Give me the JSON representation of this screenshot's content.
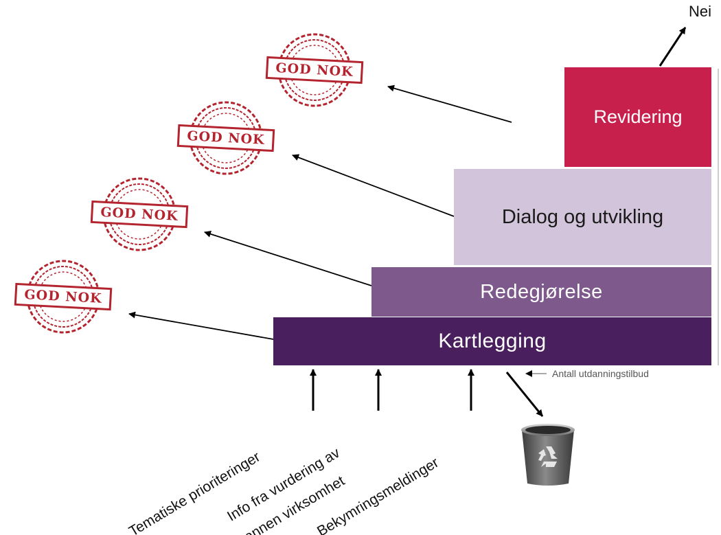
{
  "steps": {
    "kartlegging": "Kartlegging",
    "redegjorelse": "Redegjørelse",
    "dialog": "Dialog og utvikling",
    "revidering": "Revidering"
  },
  "stamps": {
    "label": "GOD NOK",
    "color": "#b3242e"
  },
  "inputs": {
    "tematiske": "Tematiske prioriteringer",
    "info_line1": "Info fra vurdering av",
    "info_line2": "annen virksomhet",
    "bekymring": "Bekymringsmeldinger"
  },
  "nei_label": "Nei",
  "antall_label": "Antall utdanningstilbud",
  "icons": {
    "trash": "recycle-bin-icon"
  },
  "colors": {
    "kartlegging": "#4a1f5e",
    "redegjorelse": "#7d5a8b",
    "dialog": "#d2c4da",
    "revidering": "#c8204d"
  }
}
